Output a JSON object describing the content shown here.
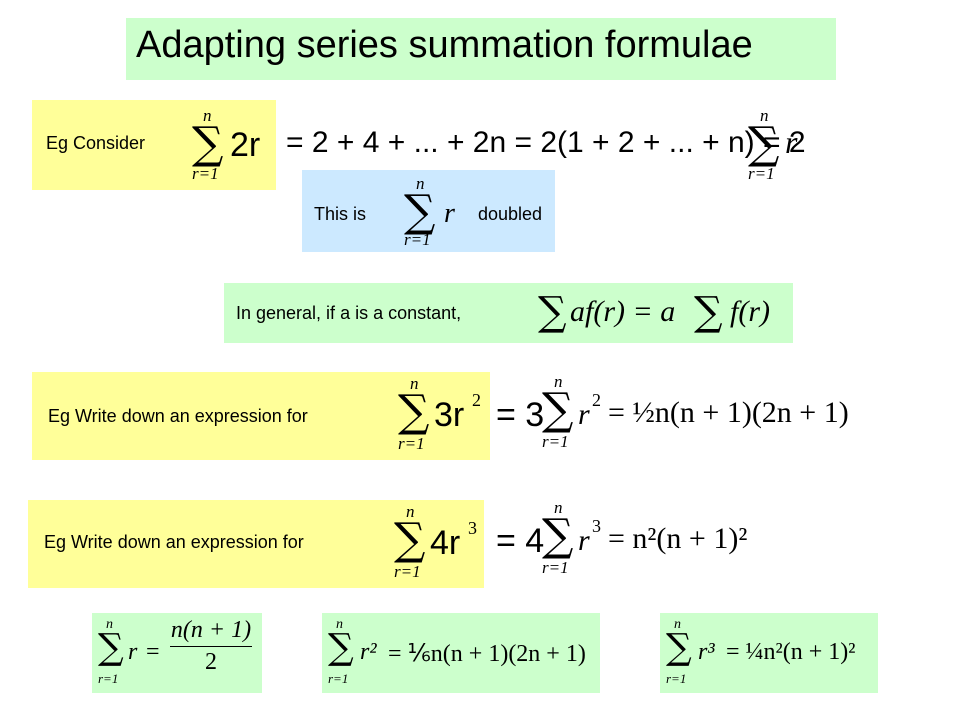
{
  "title": "Adapting series summation formulae",
  "example1": {
    "label": "Eg Consider",
    "lhs_term": "2r",
    "expansion": "= 2 + 4 + ... + 2n = 2(1 + 2 + ... + n) = 2",
    "rhs_term": "r",
    "lower": "r=1",
    "upper": "n"
  },
  "note": {
    "prefix": "This is",
    "term": "r",
    "suffix": "doubled",
    "lower": "r=1",
    "upper": "n"
  },
  "general": {
    "label": "In general, if a is a constant,",
    "lhs": "af(r) = a",
    "rhs": "f(r)"
  },
  "example2": {
    "label": "Eg Write down an expression for",
    "term": "3r",
    "exp": "2",
    "rhs": "= 3",
    "rhs_term": "r",
    "result": "= ½n(n + 1)(2n + 1)",
    "lower": "r=1",
    "upper": "n"
  },
  "example3": {
    "label": "Eg Write down an expression for",
    "term": "4r",
    "exp": "3",
    "rhs": "= 4",
    "rhs_term": "r",
    "result": "= n²(n + 1)²",
    "lower": "r=1",
    "upper": "n"
  },
  "formulae": [
    {
      "term": "r",
      "numerator": "n(n + 1)",
      "denominator": "2"
    },
    {
      "term": "r²",
      "result": "= ⅙n(n + 1)(2n + 1)"
    },
    {
      "term": "r³",
      "result": "= ¼n²(n + 1)²"
    }
  ],
  "sigma": "∑",
  "colors": {
    "title_bg": "#ccffcc",
    "example_bg": "#ffff99",
    "note_bg": "#cce9ff",
    "formula_bg": "#ccffcc"
  }
}
